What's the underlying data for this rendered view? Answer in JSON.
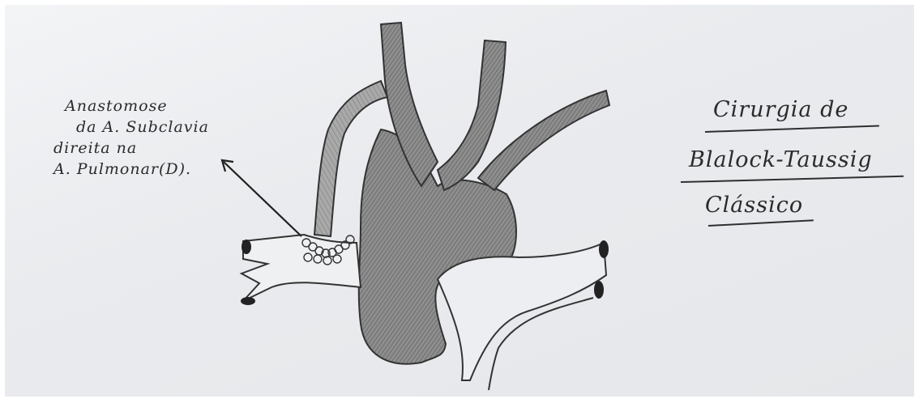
{
  "annotation": {
    "lines": [
      "Anastomose",
      "da A. Subclavia",
      "direita na",
      "A. Pulmonar(D)."
    ]
  },
  "title": {
    "lines": [
      "Cirurgia de",
      "Blalock-Taussig",
      "Clássico"
    ]
  },
  "colors": {
    "paper": "#e9ebee",
    "pencil": "#2b2b2b",
    "shading": "#6c6c6c"
  }
}
